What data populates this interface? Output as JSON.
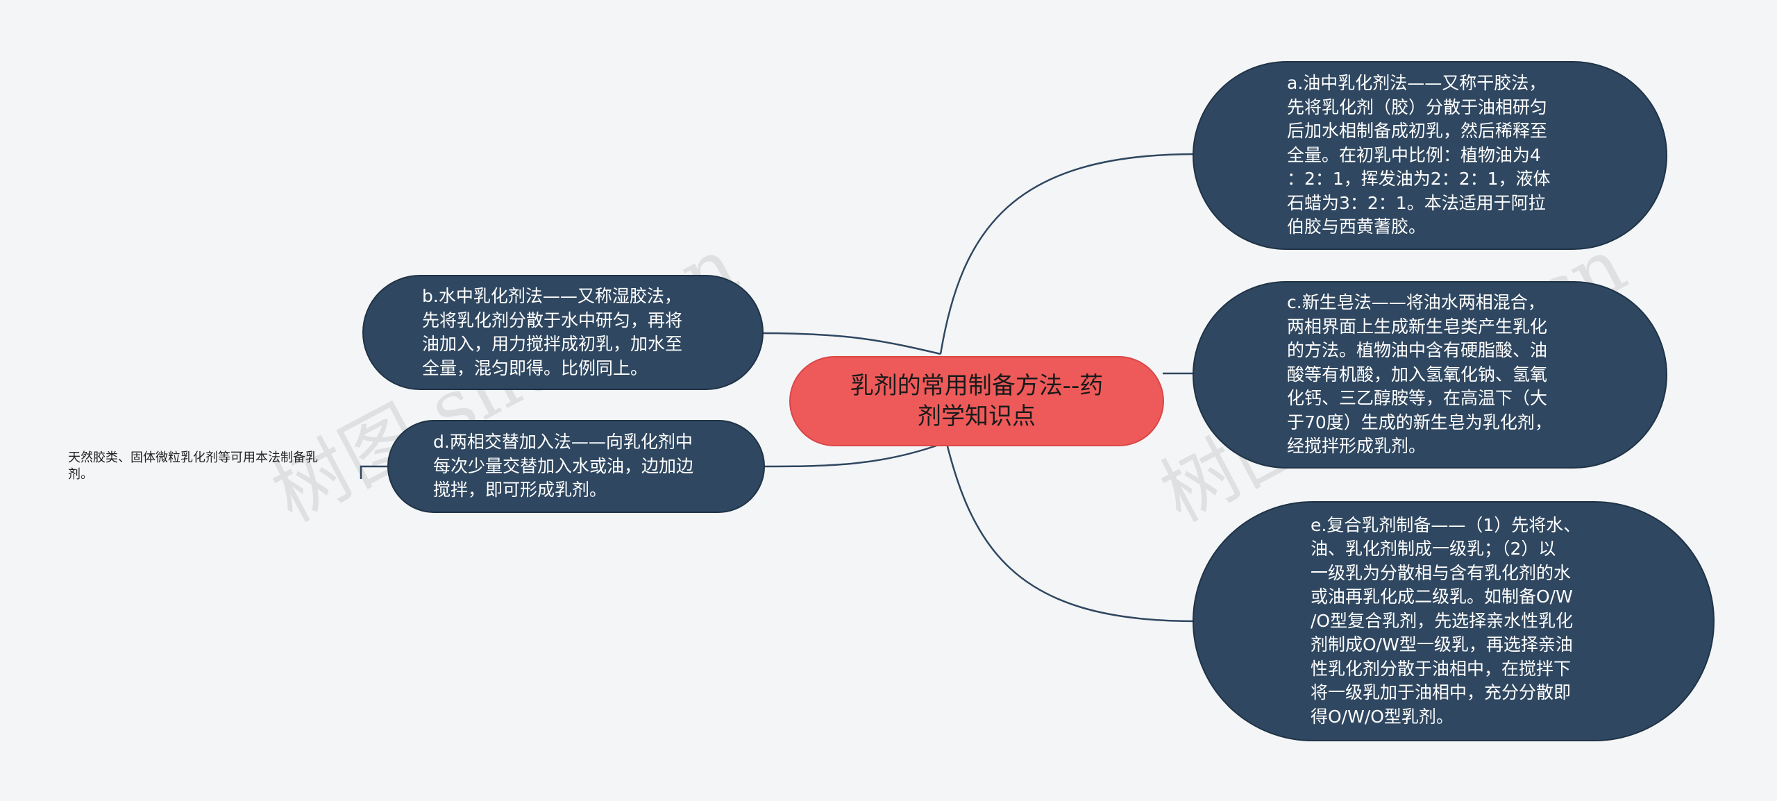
{
  "colors": {
    "background": "#f4f5f7",
    "center_node": "#ee5a5a",
    "topic_node": "#2f4760",
    "connector": "#2f4760"
  },
  "watermark": [
    "树图 shutu.cn",
    "树图 shutu.cn"
  ],
  "center": {
    "text": "乳剂的常用制备方法--药\n剂学知识点"
  },
  "nodes": [
    {
      "id": "a",
      "text": "a.油中乳化剂法——又称干胶法，\n先将乳化剂（胶）分散于油相研匀\n后加水相制备成初乳，然后稀释至\n全量。在初乳中比例：植物油为4\n：2：1，挥发油为2：2：1，液体\n石蜡为3：2：1。本法适用于阿拉\n伯胶与西黄蓍胶。"
    },
    {
      "id": "c",
      "text": "c.新生皂法——将油水两相混合，\n两相界面上生成新生皂类产生乳化\n的方法。植物油中含有硬脂酸、油\n酸等有机酸，加入氢氧化钠、氢氧\n化钙、三乙醇胺等，在高温下（大\n于70度）生成的新生皂为乳化剂，\n经搅拌形成乳剂。"
    },
    {
      "id": "e",
      "text": "e.复合乳剂制备——（1）先将水、\n油、乳化剂制成一级乳；（2）以\n一级乳为分散相与含有乳化剂的水\n或油再乳化成二级乳。如制备O/W\n/O型复合乳剂，先选择亲水性乳化\n剂制成O/W型一级乳，再选择亲油\n性乳化剂分散于油相中，在搅拌下\n将一级乳加于油相中，充分分散即\n得O/W/O型乳剂。"
    },
    {
      "id": "b",
      "text": "b.水中乳化剂法——又称湿胶法，\n先将乳化剂分散于水中研匀，再将\n油加入，用力搅拌成初乳，加水至\n全量，混匀即得。比例同上。"
    },
    {
      "id": "d",
      "text": "d.两相交替加入法——向乳化剂中\n每次少量交替加入水或油，边加边\n搅拌，即可形成乳剂。"
    }
  ],
  "leaf": {
    "text": "天然胶类、固体微粒乳化剂等可用本法制备乳\n剂。"
  }
}
